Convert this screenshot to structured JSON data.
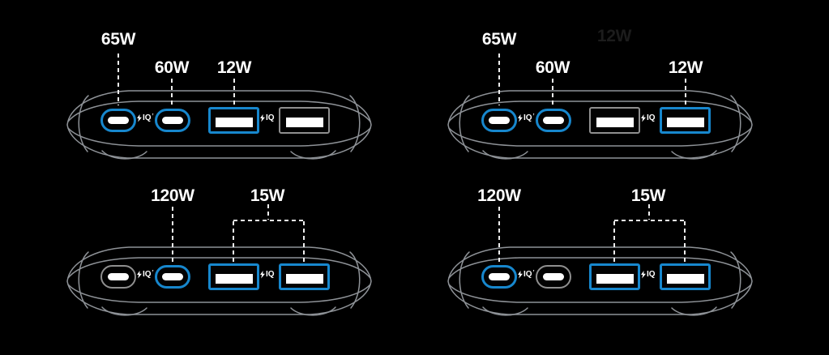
{
  "page": {
    "background": "#000000",
    "description": "Power bank port wattage diagram, four configurations"
  },
  "colors": {
    "highlight_blue": "#1787cd",
    "body_outline_gray": "#8e9297",
    "normal_port_gray": "#8f8f8f",
    "label_white": "#ffffff",
    "ghost_text": "#1c1c1c"
  },
  "badges": {
    "usb_c_iq": {
      "label": "IQ",
      "mark": "’"
    },
    "usb_a_iq": {
      "label": "IQ",
      "mark": ""
    }
  },
  "panels": [
    {
      "name": "config-top-left",
      "callouts": [
        {
          "text": "65W",
          "target": "usb-c-1"
        },
        {
          "text": "60W",
          "target": "usb-c-2"
        },
        {
          "text": "12W",
          "target": "usb-a-1"
        }
      ],
      "ports": [
        {
          "type": "usb-c",
          "state": "highlighted"
        },
        {
          "type": "usb-c",
          "state": "highlighted"
        },
        {
          "type": "usb-a",
          "state": "highlighted"
        },
        {
          "type": "usb-a",
          "state": "normal"
        }
      ]
    },
    {
      "name": "config-top-right",
      "ghost_label": "12W",
      "callouts": [
        {
          "text": "65W",
          "target": "usb-c-1"
        },
        {
          "text": "60W",
          "target": "usb-c-2"
        },
        {
          "text": "12W",
          "target": "usb-a-2"
        }
      ],
      "ports": [
        {
          "type": "usb-c",
          "state": "highlighted"
        },
        {
          "type": "usb-c",
          "state": "highlighted"
        },
        {
          "type": "usb-a",
          "state": "normal"
        },
        {
          "type": "usb-a",
          "state": "highlighted"
        }
      ]
    },
    {
      "name": "config-bottom-left",
      "callouts": [
        {
          "text": "120W",
          "target": "usb-c-2"
        },
        {
          "text": "15W",
          "target": "usb-a-1+usb-a-2"
        }
      ],
      "ports": [
        {
          "type": "usb-c",
          "state": "normal"
        },
        {
          "type": "usb-c",
          "state": "highlighted"
        },
        {
          "type": "usb-a",
          "state": "highlighted"
        },
        {
          "type": "usb-a",
          "state": "highlighted"
        }
      ]
    },
    {
      "name": "config-bottom-right",
      "callouts": [
        {
          "text": "120W",
          "target": "usb-c-1"
        },
        {
          "text": "15W",
          "target": "usb-a-1+usb-a-2"
        }
      ],
      "ports": [
        {
          "type": "usb-c",
          "state": "highlighted"
        },
        {
          "type": "usb-c",
          "state": "normal"
        },
        {
          "type": "usb-a",
          "state": "highlighted"
        },
        {
          "type": "usb-a",
          "state": "highlighted"
        }
      ]
    }
  ]
}
